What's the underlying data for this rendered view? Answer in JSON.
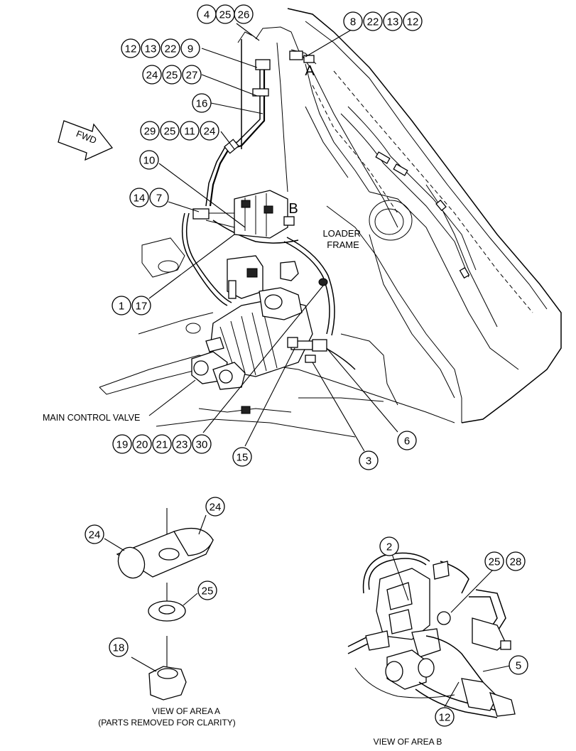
{
  "labels": {
    "fwd": "FWD",
    "area_a_marker": "A",
    "area_b_marker": "B",
    "loader_frame": "LOADER\nFRAME",
    "main_control_valve": "MAIN CONTROL VALVE",
    "view_a_title": "VIEW OF AREA  A",
    "view_a_subtitle": "(PARTS REMOVED FOR CLARITY)",
    "view_b_title": "VIEW OF AREA  B"
  },
  "callouts": [
    {
      "id": "c-4-25-26",
      "numbers": [
        "4",
        "25",
        "26"
      ]
    },
    {
      "id": "c-8-22-13-12",
      "numbers": [
        "8",
        "22",
        "13",
        "12"
      ]
    },
    {
      "id": "c-12-13-22-9",
      "numbers": [
        "12",
        "13",
        "22",
        "9"
      ]
    },
    {
      "id": "c-24-25-27",
      "numbers": [
        "24",
        "25",
        "27"
      ]
    },
    {
      "id": "c-16",
      "numbers": [
        "16"
      ]
    },
    {
      "id": "c-29-25-11-24",
      "numbers": [
        "29",
        "25",
        "11",
        "24"
      ]
    },
    {
      "id": "c-10",
      "numbers": [
        "10"
      ]
    },
    {
      "id": "c-14-7",
      "numbers": [
        "14",
        "7"
      ]
    },
    {
      "id": "c-1-17",
      "numbers": [
        "1",
        "17"
      ]
    },
    {
      "id": "c-19-20-21-23-30",
      "numbers": [
        "19",
        "20",
        "21",
        "23",
        "30"
      ]
    },
    {
      "id": "c-15",
      "numbers": [
        "15"
      ]
    },
    {
      "id": "c-3",
      "numbers": [
        "3"
      ]
    },
    {
      "id": "c-6",
      "numbers": [
        "6"
      ]
    },
    {
      "id": "c-a-24-right",
      "numbers": [
        "24"
      ]
    },
    {
      "id": "c-a-24-left",
      "numbers": [
        "24"
      ]
    },
    {
      "id": "c-a-25",
      "numbers": [
        "25"
      ]
    },
    {
      "id": "c-a-18",
      "numbers": [
        "18"
      ]
    },
    {
      "id": "c-b-2",
      "numbers": [
        "2"
      ]
    },
    {
      "id": "c-b-25-28",
      "numbers": [
        "25",
        "28"
      ]
    },
    {
      "id": "c-b-5",
      "numbers": [
        "5"
      ]
    },
    {
      "id": "c-b-12",
      "numbers": [
        "12"
      ]
    }
  ]
}
